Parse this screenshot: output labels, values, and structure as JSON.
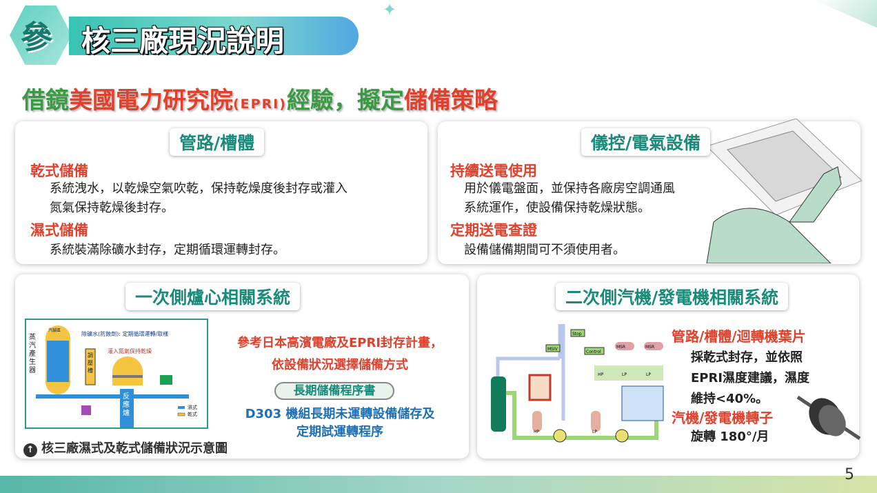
{
  "header": {
    "section_number": "參",
    "title": "核三廠現況說明"
  },
  "subtitle": {
    "part1": "借鏡",
    "part2": "美國電力研究院",
    "part3": "(EPRI)",
    "part4": "經驗，擬定",
    "part5": "儲備策略"
  },
  "panels": {
    "piping": {
      "title": "管路/槽體",
      "items": [
        {
          "heading": "乾式儲備",
          "lines": [
            "系統洩水，以乾燥空氣吹乾，保持乾燥度後封存或灌入",
            "氮氣保持乾燥後封存。"
          ]
        },
        {
          "heading": "濕式儲備",
          "lines": [
            "系統裝滿除礦水封存，定期循環運轉封存。"
          ]
        }
      ]
    },
    "instrument": {
      "title": "儀控/電氣設備",
      "items": [
        {
          "heading": "持續送電使用",
          "lines": [
            "用於儀電盤面，並保持各廠房空調通風",
            "系統運作，使設備保持乾燥狀態。"
          ]
        },
        {
          "heading": "定期送電查證",
          "lines": [
            "設備儲備期間可不須使用者。"
          ]
        }
      ]
    },
    "primary": {
      "title": "一次側爐心相關系統",
      "ref_line1": "參考日本高濱電廠及EPRI封存計畫，",
      "ref_line2": "依設備狀況選擇儲備方式",
      "procedure_badge": "長期儲備程序書",
      "procedure_line1": "D303 機組長期未運轉設備儲存及",
      "procedure_line2": "定期試運轉程序",
      "caption": "核三廠濕式及乾式儲備狀況示意圖",
      "diagram": {
        "sg_label": "蒸汽產生器",
        "sg_top": "汽鼓區",
        "note1": "除礦水(防蝕劑): 定期循環運轉/取樣",
        "note2": "灌入氮氣保持乾燥",
        "pressurizer": "調壓槽",
        "reactor": "反應爐",
        "legend_wet": "濕式",
        "legend_dry": "乾式"
      }
    },
    "secondary": {
      "title": "二次側汽機/發電機相關系統",
      "item1_heading": "管路/槽體/迴轉機葉片",
      "item1_lines": [
        "採乾式封存，並依照",
        "EPRI濕度建議，濕度",
        "維持<40%。"
      ],
      "item2_heading": "汽機/發電機轉子",
      "item2_line": "旋轉 180°/月",
      "diagram": {
        "labels": [
          "Stop",
          "Control",
          "MSIV",
          "MSR",
          "MSR",
          "HP",
          "LP",
          "LP",
          "HP",
          "LP"
        ]
      }
    }
  },
  "page_number": "5",
  "colors": {
    "accent": "#1a8a7a",
    "red": "#e0412c",
    "green": "#3b9a44"
  }
}
